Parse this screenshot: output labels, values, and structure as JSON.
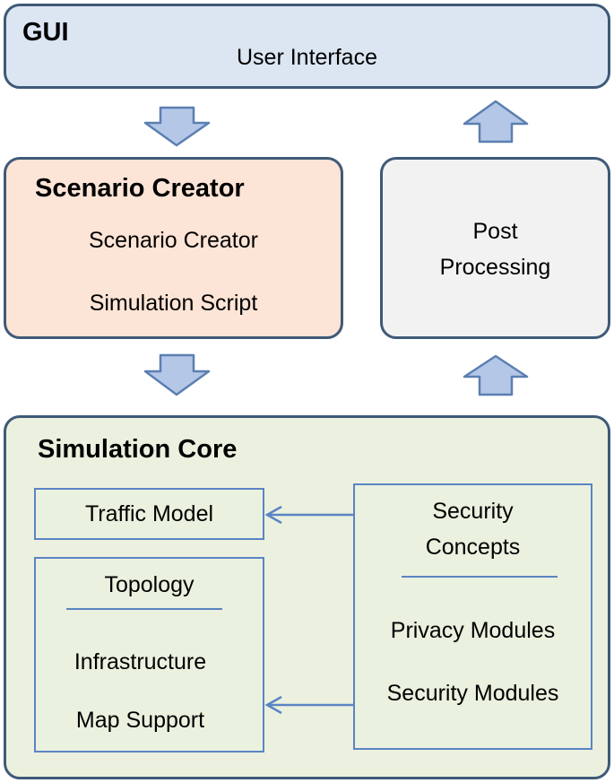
{
  "gui": {
    "heading": "GUI",
    "subtitle": "User Interface"
  },
  "scenario_creator": {
    "heading": "Scenario Creator",
    "items": [
      "Scenario Creator",
      "Simulation Script"
    ]
  },
  "post_processing": {
    "line1": "Post",
    "line2": "Processing"
  },
  "simulation_core": {
    "heading": "Simulation Core",
    "traffic_model": "Traffic Model",
    "topology": {
      "title": "Topology",
      "items": [
        "Infrastructure",
        "Map Support"
      ]
    },
    "security": {
      "title_line1": "Security",
      "title_line2": "Concepts",
      "items": [
        "Privacy Modules",
        "Security Modules"
      ]
    }
  },
  "colors": {
    "gui_fill": "#dce6f2",
    "scenario_fill": "#fce4d6",
    "post_fill": "#f2f2f2",
    "core_fill": "#ebf1de",
    "border": "#3f5a78",
    "arrow_fill": "#b4c7e7",
    "arrow_stroke": "#5b7fb0",
    "line": "#5b84c4"
  }
}
